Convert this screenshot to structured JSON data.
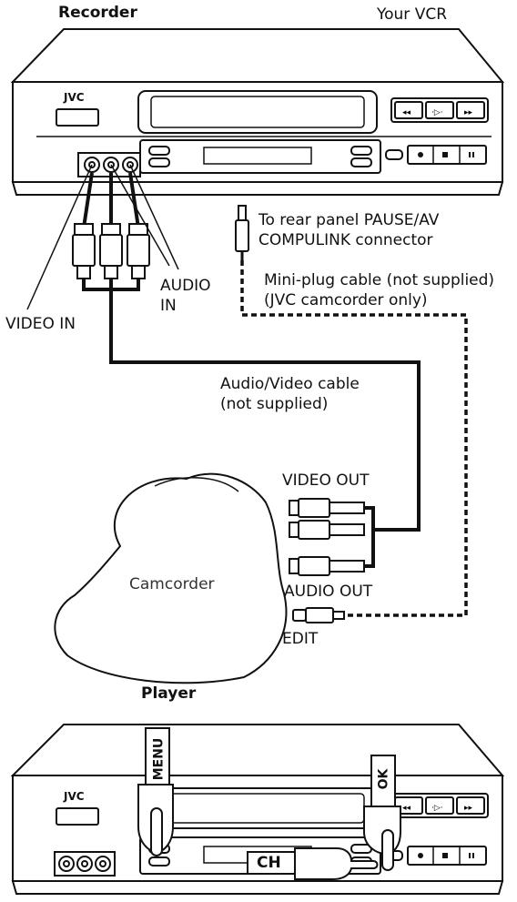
{
  "labels": {
    "recorder": "Recorder",
    "your_vcr": "Your VCR",
    "brand": "JVC",
    "to_rear_panel_line1": "To rear panel PAUSE/AV",
    "to_rear_panel_line2": "COMPULINK connector",
    "mini_plug_line1": "Mini-plug cable (not supplied)",
    "mini_plug_line2": "(JVC camcorder only)",
    "audio_in_line1": "AUDIO",
    "audio_in_line2": "IN",
    "video_in": "VIDEO IN",
    "av_cable_line1": "Audio/Video cable",
    "av_cable_line2": "(not supplied)",
    "video_out": "VIDEO OUT",
    "camcorder": "Camcorder",
    "audio_out": "AUDIO OUT",
    "edit": "EDIT",
    "player": "Player",
    "menu": "MENU",
    "ok": "OK",
    "ch": "CH"
  }
}
